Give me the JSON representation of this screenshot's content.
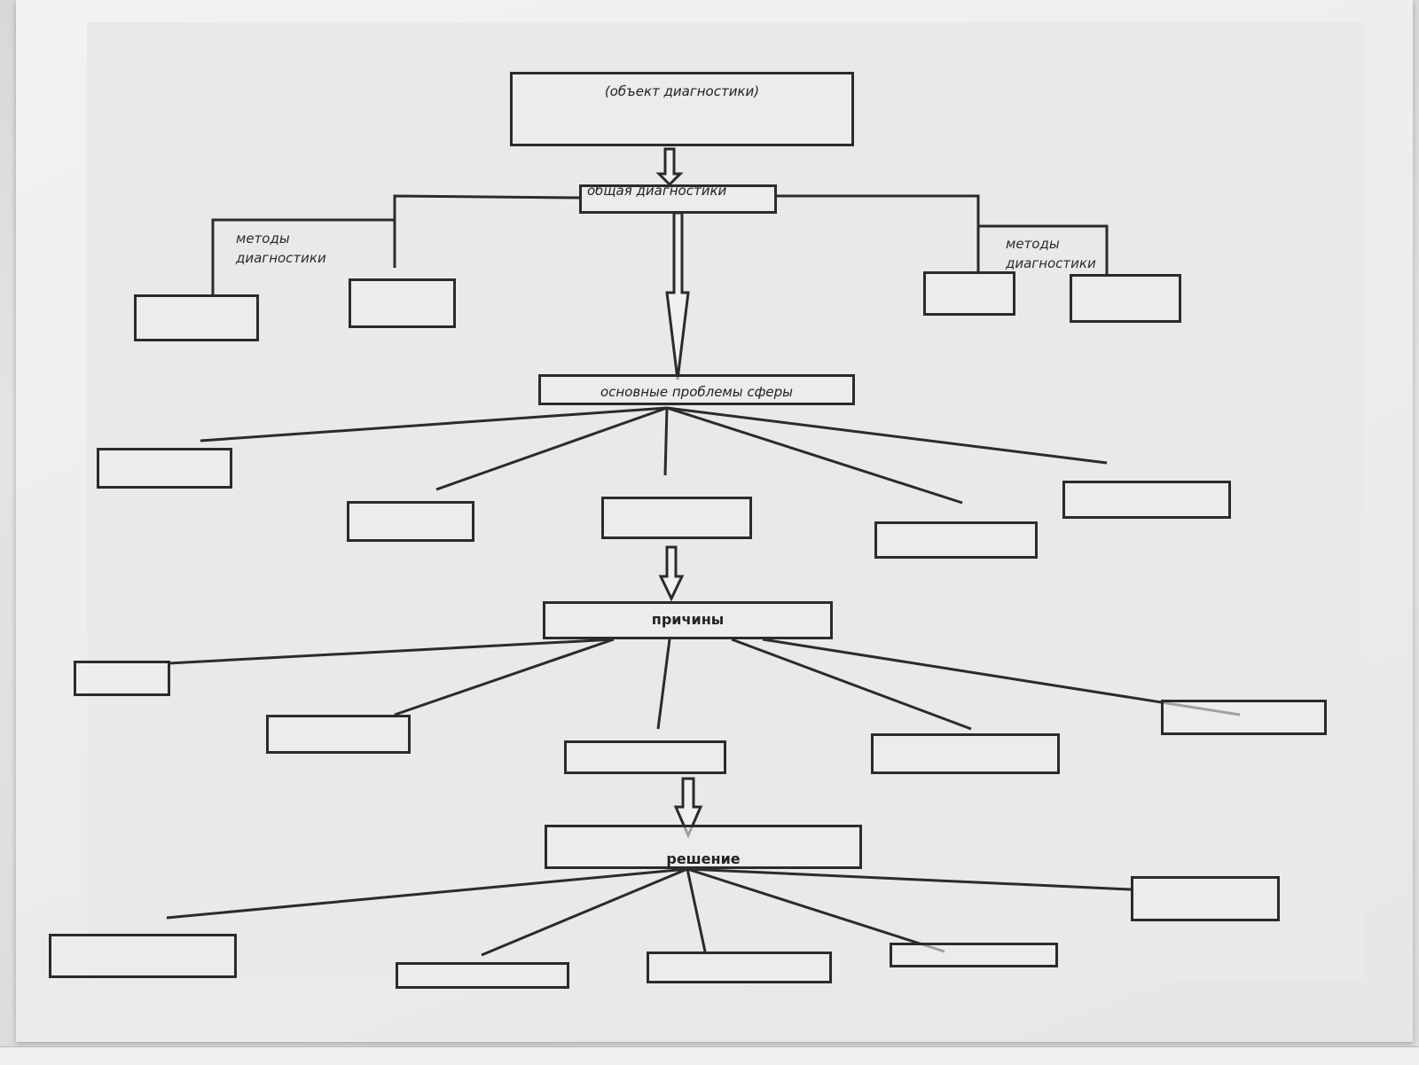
{
  "diagram": {
    "object_label": "(объект диагностики)",
    "general_label": "общая диагностики",
    "methods_left": {
      "line1": "методы",
      "line2": "диагностики"
    },
    "methods_right": {
      "line1": "методы",
      "line2": "диагностики"
    },
    "problems_label": "основные проблемы сферы",
    "causes_label": "причины",
    "solution_label": "решение"
  }
}
